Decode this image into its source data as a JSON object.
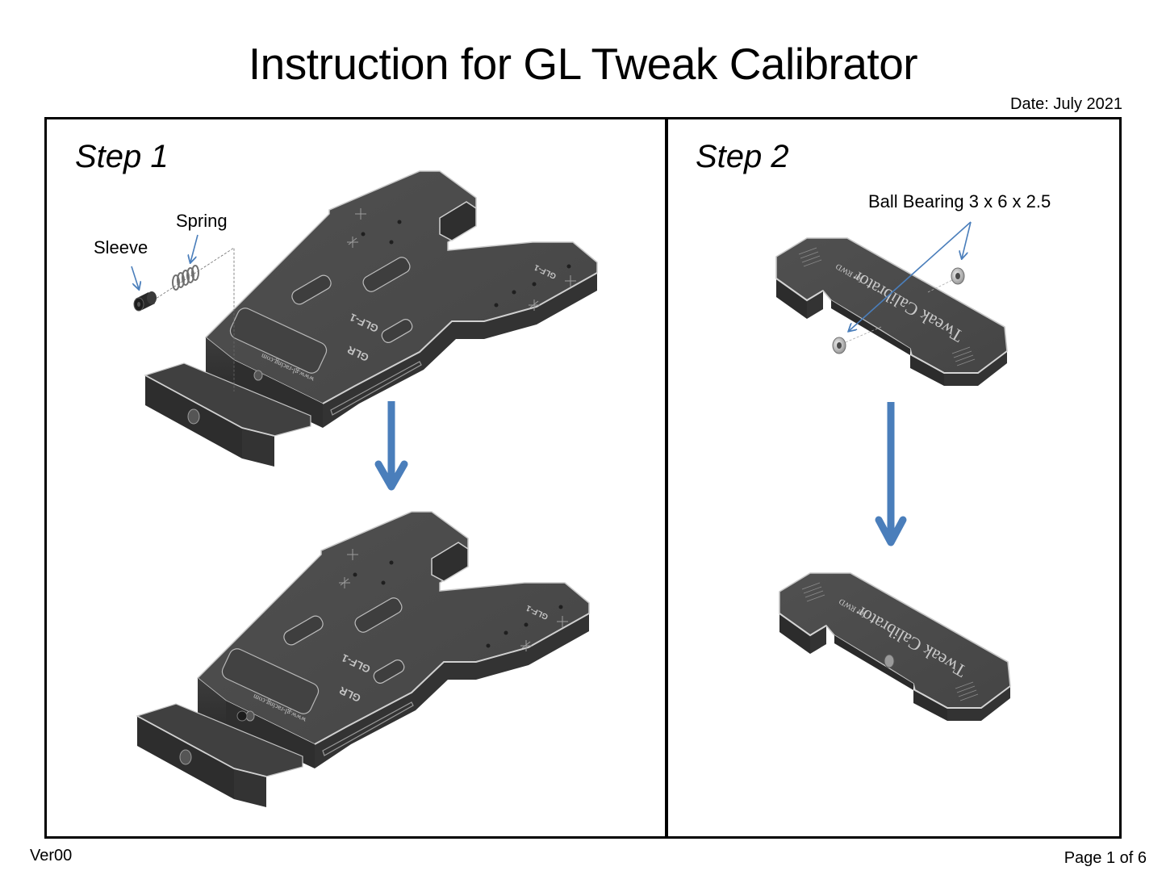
{
  "document": {
    "title": "Instruction for GL Tweak Calibrator",
    "date": "Date: July 2021",
    "version": "Ver00",
    "page": "Page 1 of 6",
    "page_number": 1,
    "page_count": 6
  },
  "colors": {
    "arrow_blue": "#4a7ebb",
    "part_dark": "#3a3a3a",
    "part_top": "#4a4a4a",
    "part_edge": "#bdbdbd",
    "frame": "#000000"
  },
  "steps": [
    {
      "heading": "Step 1",
      "callouts": [
        {
          "label": "Spring",
          "icon": "spring-part"
        },
        {
          "label": "Sleeve",
          "icon": "sleeve-part"
        }
      ],
      "parts": {
        "plate_markings": [
          "GLF-1",
          "GLR",
          "GLF-1",
          "www.gl-racing.com"
        ],
        "description": "Exploded view: sleeve and spring inserted into side hole of GLF-1 chassis plate; assembled view below"
      }
    },
    {
      "heading": "Step 2",
      "callouts": [
        {
          "label": "Ball Bearing 3 x 6 x 2.5",
          "icon": "ball-bearing-part"
        }
      ],
      "parts": {
        "block_markings": [
          "Tweak Calibrator",
          "for RWD"
        ],
        "description": "Exploded view: two ball bearings pressed into both sides of the Tweak Calibrator block; assembled view below"
      }
    }
  ]
}
